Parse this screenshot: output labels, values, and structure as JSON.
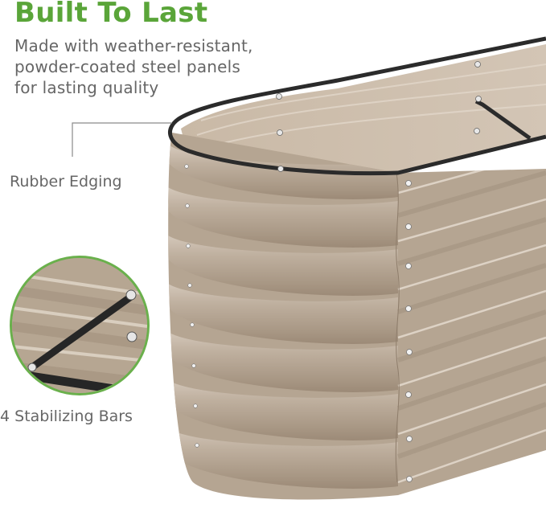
{
  "headline": "Built To Last",
  "description": {
    "lines": [
      "Made with weather-resistant,",
      "powder-coated steel panels",
      "for lasting quality"
    ]
  },
  "callouts": [
    {
      "label": "Rubber Edging",
      "target": "rubber-edging"
    },
    {
      "label": "4 Stabilizing Bars",
      "target": "stabilizing-bar-detail"
    }
  ],
  "colors": {
    "accent_green": "#5aa539",
    "circle_border": "#6ab04c",
    "panel_tan": "#b9aa99",
    "edging_black": "#2a2a2a",
    "text_gray": "#666666"
  },
  "product": {
    "name": "oval raised garden bed",
    "panel_ribs": 7
  }
}
